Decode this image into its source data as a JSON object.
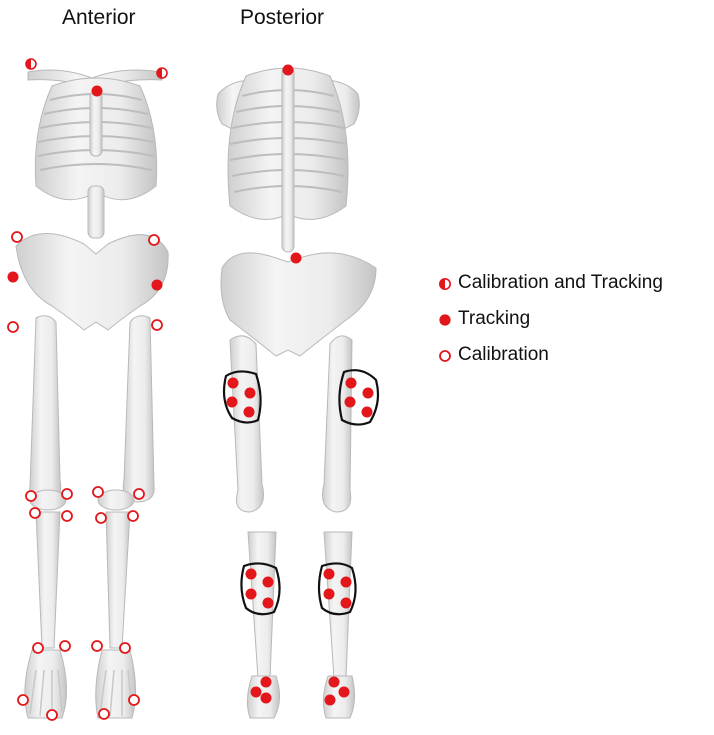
{
  "titles": {
    "anterior": "Anterior",
    "posterior": "Posterior"
  },
  "legend": [
    {
      "type": "half",
      "label": "Calibration and Tracking"
    },
    {
      "type": "filled",
      "label": "Tracking"
    },
    {
      "type": "open",
      "label": "Calibration"
    }
  ],
  "colors": {
    "marker": "#e3161b",
    "bone": "#ededed",
    "bone_edge": "#b9b9b9",
    "cluster": "#111111"
  }
}
